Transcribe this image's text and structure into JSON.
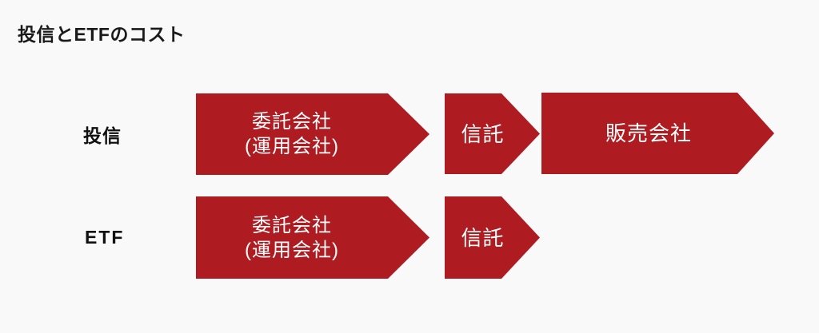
{
  "title": "投信とETFのコスト",
  "colors": {
    "arrow_fill": "#AE1C21",
    "arrow_text": "#FFFFFF",
    "background": "#F9F9F9",
    "heading_text": "#1A1A1A"
  },
  "rows": [
    {
      "label": "投信",
      "arrows": [
        {
          "text": "委託会社\n(運用会社)"
        },
        {
          "text": "信託"
        },
        {
          "text": "販売会社"
        }
      ]
    },
    {
      "label": "ETF",
      "arrows": [
        {
          "text": "委託会社\n(運用会社)"
        },
        {
          "text": "信託"
        }
      ]
    }
  ]
}
